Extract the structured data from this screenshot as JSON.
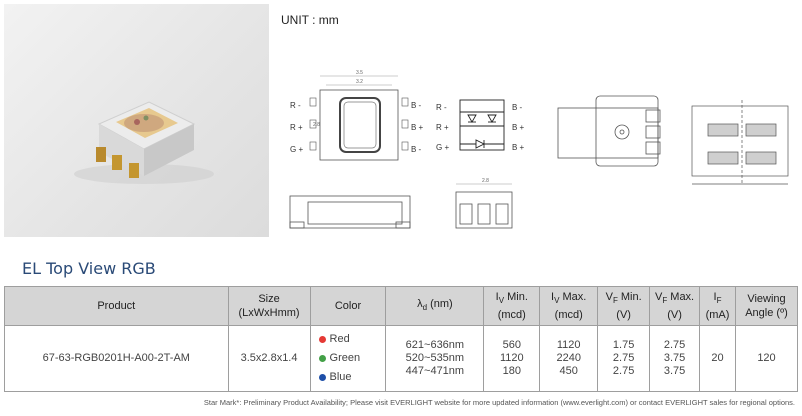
{
  "unit_label": "UNIT : mm",
  "drawing": {
    "pins_left": [
      "R -",
      "R +",
      "G +"
    ],
    "pins_right": [
      "B -",
      "B +",
      "B -"
    ],
    "pins_schematic_left": [
      "R -",
      "R +",
      "G +"
    ],
    "pins_schematic_right": [
      "B -",
      "B +",
      "B +"
    ],
    "dim_top": "3.5",
    "dim_top_inner": "3.2",
    "dim_side": "2.8",
    "dim_bottom": "2.8"
  },
  "section_title": "EL Top View RGB",
  "table": {
    "headers": {
      "product": "Product",
      "size": "Size",
      "size_sub": "(LxWxHmm)",
      "color": "Color",
      "lambda": "λ",
      "lambda_sub": "d",
      "lambda_unit": " (nm)",
      "iv_min": "I",
      "iv_min_sub": "V",
      "iv_min_label": " Min.",
      "iv_min_unit": "(mcd)",
      "iv_max": "I",
      "iv_max_sub": "V",
      "iv_max_label": " Max.",
      "iv_max_unit": "(mcd)",
      "vf_min": "V",
      "vf_min_sub": "F",
      "vf_min_label": " Min.",
      "vf_min_unit": "(V)",
      "vf_max": "V",
      "vf_max_sub": "F",
      "vf_max_label": " Max.",
      "vf_max_unit": "(V)",
      "if": "I",
      "if_sub": "F",
      "if_unit": "(mA)",
      "angle": "Viewing",
      "angle_unit": "Angle (º)"
    },
    "row": {
      "product": "67-63-RGB0201H-A00-2T-AM",
      "size": "3.5x2.8x1.4",
      "colors": [
        {
          "name": "Red",
          "dot": "#e53935"
        },
        {
          "name": "Green",
          "dot": "#43a047"
        },
        {
          "name": "Blue",
          "dot": "#1e4fa8"
        }
      ],
      "lambda": [
        "621~636nm",
        "520~535nm",
        "447~471nm"
      ],
      "iv_min": [
        "560",
        "1120",
        "180"
      ],
      "iv_max": [
        "1120",
        "2240",
        "450"
      ],
      "vf_min": [
        "1.75",
        "2.75",
        "2.75"
      ],
      "vf_max": [
        "2.75",
        "3.75",
        "3.75"
      ],
      "if": "20",
      "angle": "120"
    }
  },
  "footer": "Star Mark*: Preliminary Product Availability; Please visit EVERLIGHT website for more updated information (www.everlight.com) or contact EVERLIGHT sales for regional options."
}
